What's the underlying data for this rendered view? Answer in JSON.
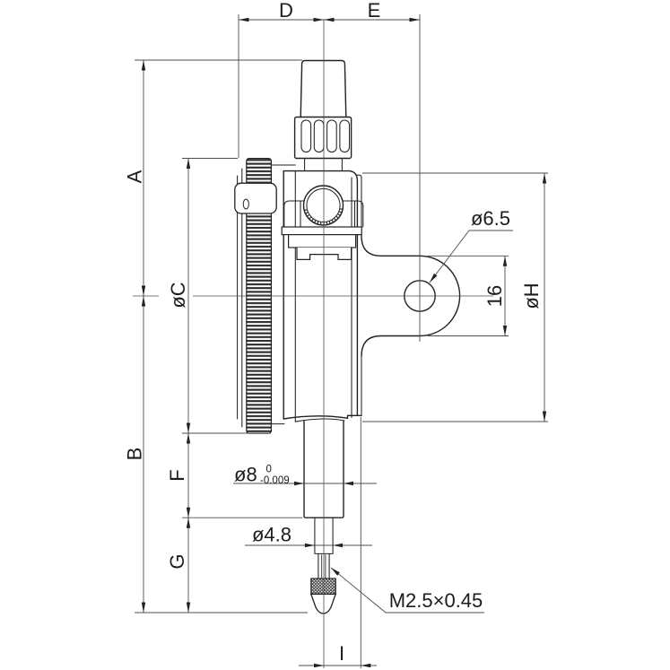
{
  "drawing": {
    "type": "technical-dimension-drawing",
    "subject": "dial-indicator-side-view",
    "colors": {
      "background": "#ffffff",
      "outline": "#222222",
      "dimension_lines": "#4d4d4d",
      "text": "#1c1c1c"
    },
    "labels": {
      "dim_a": "A",
      "dim_b": "B",
      "dim_c": "øC",
      "dim_d": "D",
      "dim_e": "E",
      "dim_f": "F",
      "dim_g": "G",
      "dim_h": "øH",
      "dim_i": "I",
      "lug_hole_diameter": "ø6.5",
      "lug_width": "16",
      "stem_diameter": "ø8",
      "stem_tolerance_upper": "0",
      "stem_tolerance_lower": "-0.009",
      "spindle_diameter": "ø4.8",
      "contact_thread": "M2.5×0.45"
    }
  }
}
